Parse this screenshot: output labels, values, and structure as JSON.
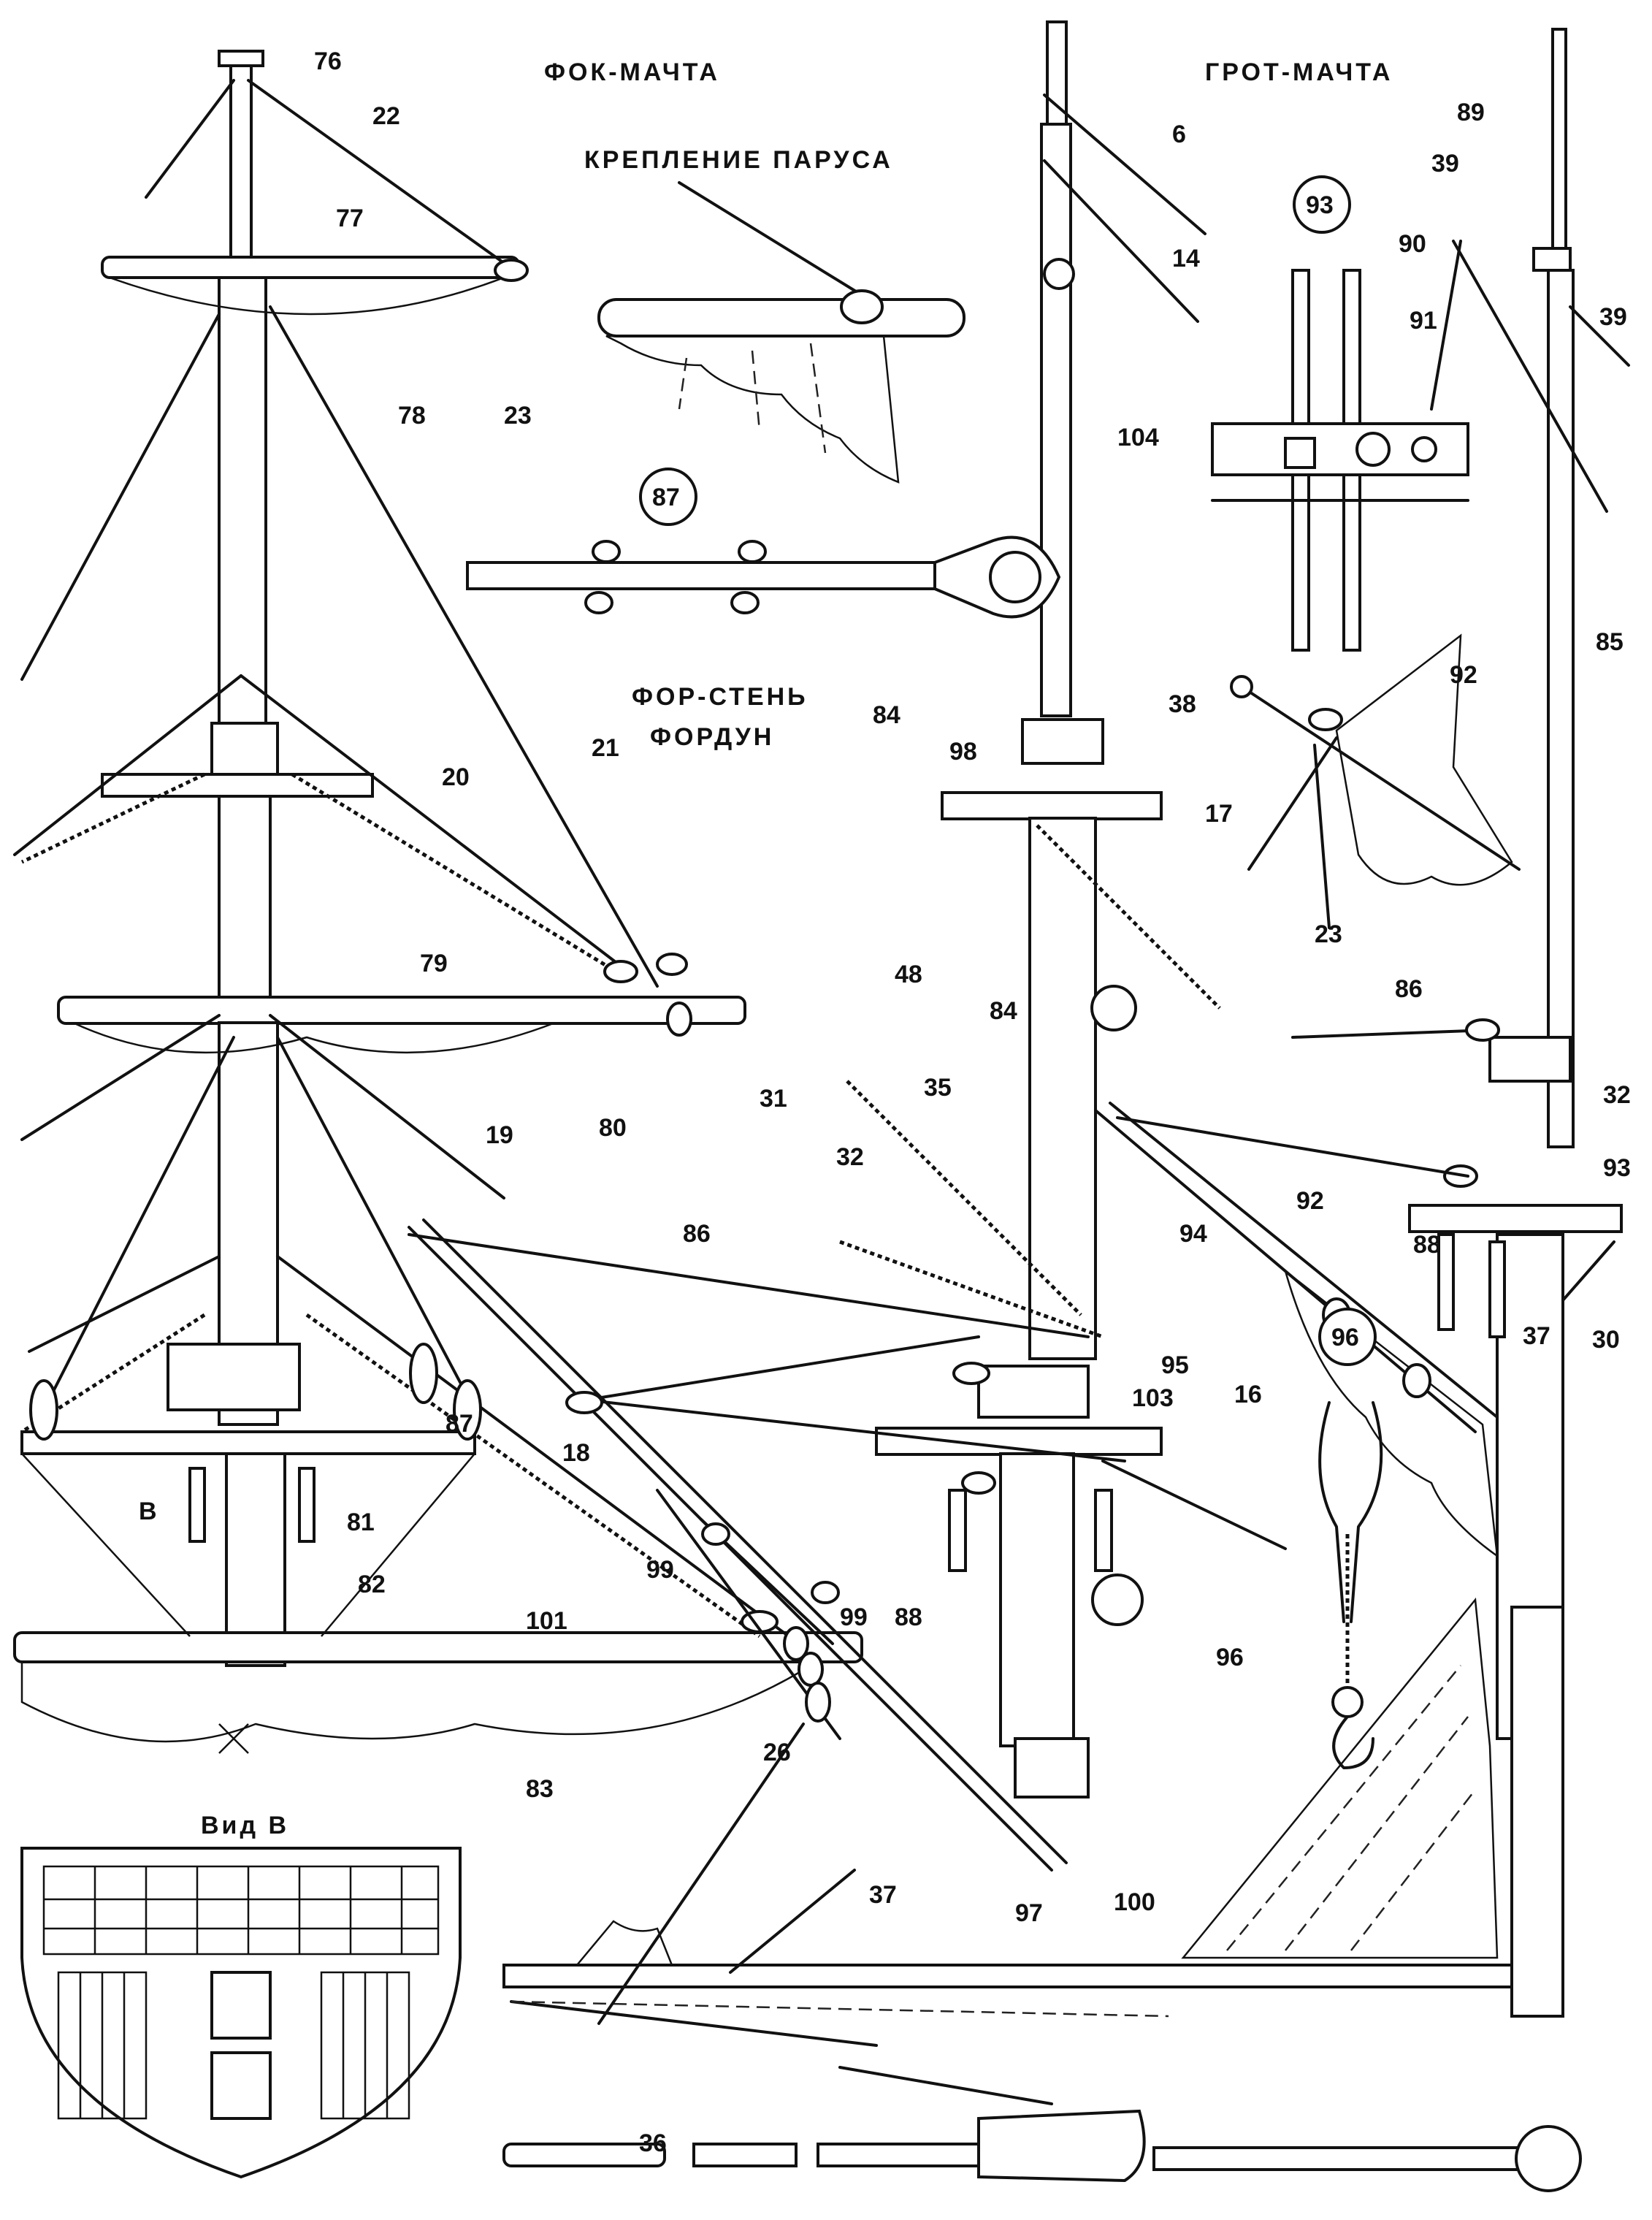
{
  "titles": {
    "fore_mast": "ФОК-МАЧТА",
    "main_mast": "ГРОТ-МАЧТА",
    "sail_attachment": "КРЕПЛЕНИЕ ПАРУСА",
    "topmast_backstay_line1": "ФОР-СТЕНЬ",
    "topmast_backstay_line2": "ФОРДУН",
    "view_b": "Вид В",
    "view_b_marker": "В"
  },
  "detail_markers": [
    "87",
    "93",
    "96"
  ],
  "labels": {
    "l76": "76",
    "l22": "22",
    "l77": "77",
    "l78": "78",
    "l23a": "23",
    "l20": "20",
    "l21": "21",
    "l79": "79",
    "l80": "80",
    "l31": "31",
    "l19": "19",
    "l81": "81",
    "l82": "82",
    "l18": "18",
    "l101": "101",
    "l83": "83",
    "l26": "26",
    "l86a": "86",
    "l87": "87",
    "l99a": "99",
    "l99b": "99",
    "l88a": "88",
    "l84a": "84",
    "l48": "48",
    "l84b": "84",
    "l35": "35",
    "l32a": "32",
    "l98": "98",
    "l17": "17",
    "l103": "103",
    "l16": "16",
    "l96": "96",
    "l6": "6",
    "l14": "14",
    "l104": "104",
    "l89": "89",
    "l39": "39",
    "l90": "90",
    "l91": "91",
    "l39b": "39",
    "l85": "85",
    "l38": "38",
    "l92a": "92",
    "l23b": "23",
    "l86b": "86",
    "l32b": "32",
    "l92b": "92",
    "l93": "93",
    "l94": "94",
    "l88b": "88",
    "l37a": "37",
    "l30": "30",
    "l95": "95",
    "l37b": "37",
    "l97": "97",
    "l100": "100",
    "l36": "36"
  }
}
